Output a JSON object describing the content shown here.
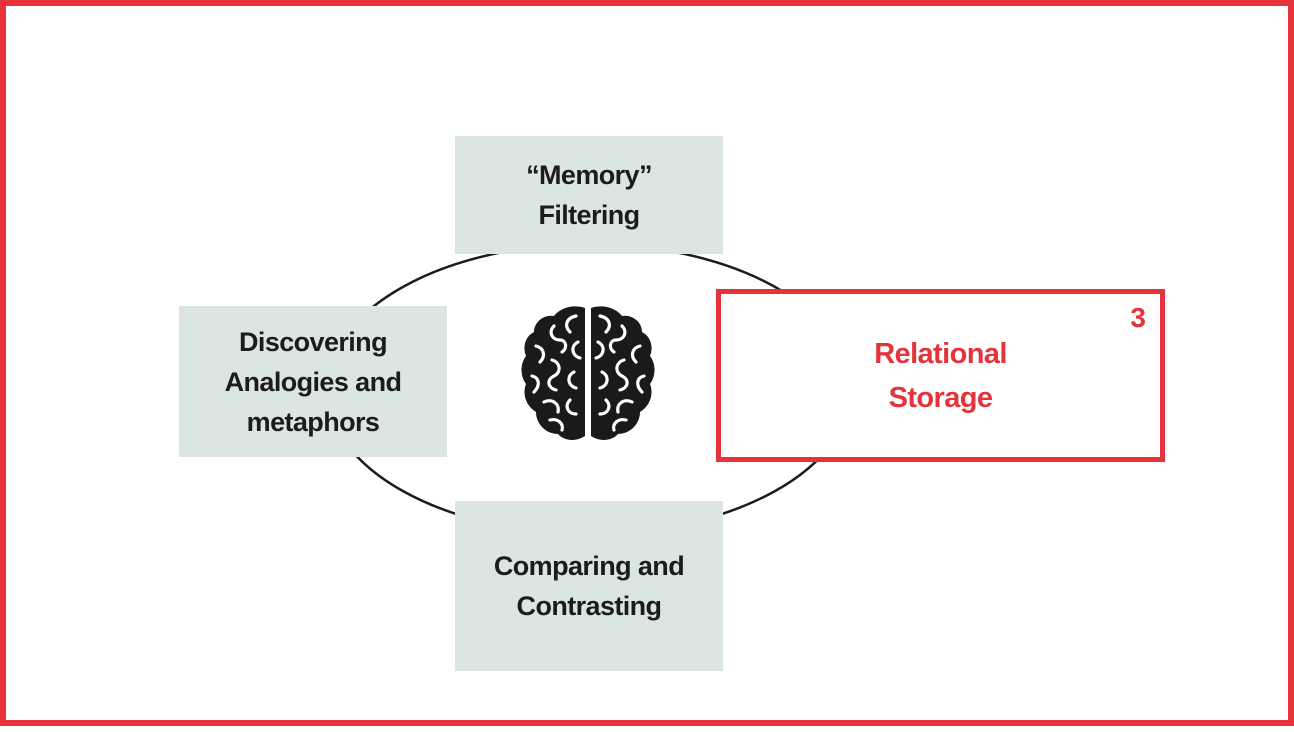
{
  "diagram": {
    "nodes": {
      "memory_filtering": {
        "label": "“Memory”\nFiltering"
      },
      "analogies": {
        "label": "Discovering\nAnalogies and\nmetaphors"
      },
      "comparing": {
        "label": "Comparing and\nContrasting"
      },
      "relational_storage": {
        "label": "Relational\nStorage",
        "number": "3"
      }
    },
    "center_icon": "brain-icon",
    "colors": {
      "accent": "#e5333b",
      "node_fill": "#dce6e1",
      "text": "#1c1c1c",
      "ring": "#1c1c1c"
    }
  }
}
